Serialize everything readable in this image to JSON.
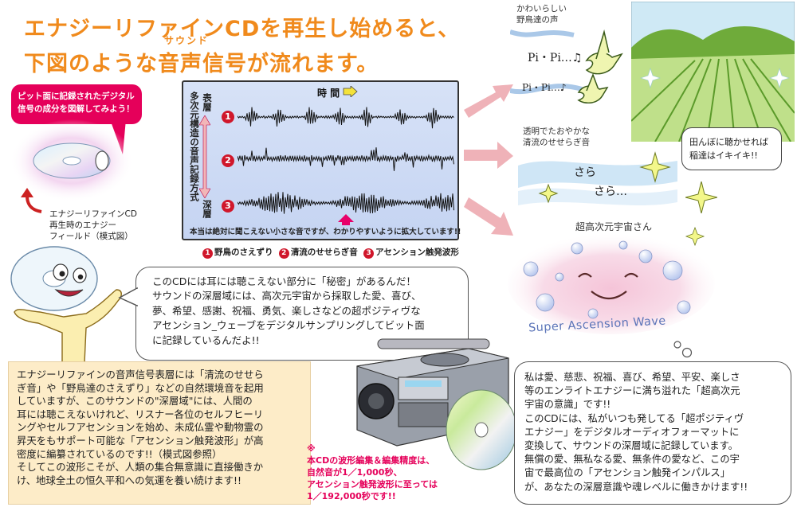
{
  "title": {
    "line1": "エナジーリファインCDを再生し始めると、",
    "line2": "下図のような音声信号が流れます。",
    "ruby": "サウンド"
  },
  "pink_note": "ピット面に記録されたデジタル信号の成分を図解してみよう！",
  "cd_caption": {
    "line1": "エナジーリファインCD",
    "line2": "再生時のエナジー",
    "line3": "フィールド（模式図）"
  },
  "panel": {
    "time_label": "時 間",
    "vertical_label": "多次元構造の音声記録方式",
    "surface_label": "表層",
    "deep_label": "深層",
    "numbers": [
      "1",
      "2",
      "3"
    ],
    "note": "本当は絶対に聞こえない小さな音ですが、わかりやすいように拡大しています!!"
  },
  "legend": [
    {
      "num": "1",
      "label": "野鳥のさえずり"
    },
    {
      "num": "2",
      "label": "清流のせせらぎ音"
    },
    {
      "num": "3",
      "label": "アセンション触発波形"
    }
  ],
  "birds": {
    "caption1": "かわいらしい",
    "caption2": "野鳥達の声",
    "chirp1": "Pi・Pi…♫",
    "chirp2": "Pi・Pi…♪"
  },
  "rice_bubble": {
    "line1": "田んぼに聴かせれば",
    "line2": "稲達はイキイキ!!"
  },
  "stream": {
    "caption1": "透明でたおやかな",
    "caption2": "清流のせせらぎ音",
    "sound1": "さら",
    "sound2": "さら…"
  },
  "cosmos": {
    "caption": "超高次元宇宙さん",
    "wave_text": "Super Ascension Wave"
  },
  "speech1": {
    "line1": "このCDには耳には聴こえない部分に「秘密」があるんだ！",
    "line2": "サウンドの深層域には、高次元宇宙から採取した愛、喜び、",
    "line3": "夢、希望、感謝、祝福、勇気、楽しさなどの超ポジティヴな",
    "line4": "アセンション_ウェーブをデジタルサンプリングしてビット面",
    "line5": "に記録しているんだよ!!"
  },
  "infobox": {
    "line1": "エナジーリファインの音声信号表層には「清流のせせら",
    "line2": "ぎ音」や「野鳥達のさえずり」などの自然環境音を起用",
    "line3": "していますが、このサウンドの\"深層域\"には、人間の",
    "line4": "耳には聴こえないけれど、リスナー各位のセルフヒーリ",
    "line5": "ングやセルフアセンションを始め、未成仏霊や動物霊の",
    "line6": "昇天をもサポート可能な「アセンション触発波形」が高",
    "line7": "密度に編纂されているのです!!（模式図参照）",
    "line8": "そしてこの波形こそが、人類の集合無意識に直接働きか",
    "line9": "け、地球全土の恒久平和への気運を養い続けます!!"
  },
  "pinknote2": {
    "mark": "※",
    "line1": "本CDの波形編集＆編集精度は、",
    "line2": "自然音が1／1,000秒、",
    "line3": "アセンション触発波形に至っては",
    "line4": "1／192,000秒です!!"
  },
  "speech2": {
    "line1": "私は愛、慈悲、祝福、喜び、希望、平安、楽しさ",
    "line2": "等のエンライトエナジーに満ち溢れた「超高次元",
    "line3": "宇宙の意識」です!!",
    "line4": "このCDには、私がいつも発してる「超ポジティヴ",
    "line5": "エナジー」をデジタルオーディオフォーマットに",
    "line6": "変換して、サウンドの深層域に記録しています。",
    "line7": "無償の愛、無私なる愛、無条件の愛など、この宇",
    "line8": "宙で最高位の「アセンション触発インパルス」",
    "line9": "が、あなたの深層意識や魂レベルに働きかけます!!"
  },
  "colors": {
    "title": "#f08a1c",
    "accent_pink": "#e5005a",
    "number_red": "#d0172b",
    "panel_blue": "#c5d4f2",
    "info_bg": "#fdecc8"
  }
}
